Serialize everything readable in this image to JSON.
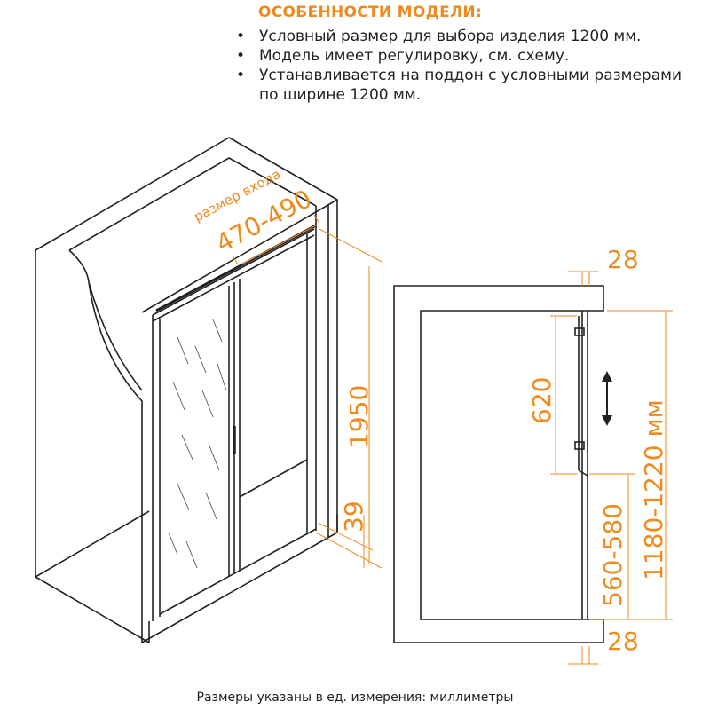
{
  "heading": "ОСОБЕННОСТИ МОДЕЛИ:",
  "features": [
    "Условный размер для выбора изделия 1200 мм.",
    "Модель имеет регулировку, см. схему.",
    "Устанавливается на поддон с условными размерами по ширине 1200 мм."
  ],
  "dimensions": {
    "entry_label": "размер входа",
    "entry_size": "470-490",
    "height": "1950",
    "base": "39",
    "top_profile": "28",
    "bottom_profile": "28",
    "adjust_range": "620",
    "lower_segment": "560-580",
    "total_width": "1180-1220 мм"
  },
  "caption": "Размеры указаны в ед. измерения: миллиметры",
  "colors": {
    "accent": "#f08a1c",
    "line": "#222222"
  }
}
